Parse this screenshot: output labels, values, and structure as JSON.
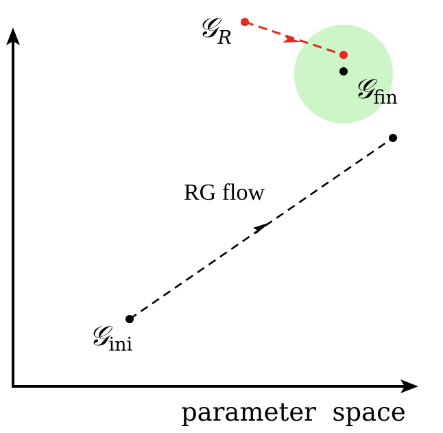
{
  "axes": {
    "x_label": "parameter  space",
    "y_label": ""
  },
  "points": {
    "initial": {
      "symbol": "𝒢",
      "subscript": "ini"
    },
    "final": {
      "symbol": "𝒢",
      "subscript": "fin"
    },
    "renormalized": {
      "symbol": "𝒢",
      "subscript": "R"
    }
  },
  "flow_label": "RG flow",
  "colors": {
    "axis": "#000000",
    "flow_line": "#000000",
    "r_line": "#e8291c",
    "r_point": "#e8291c",
    "neighborhood": "#cdf5c8"
  }
}
